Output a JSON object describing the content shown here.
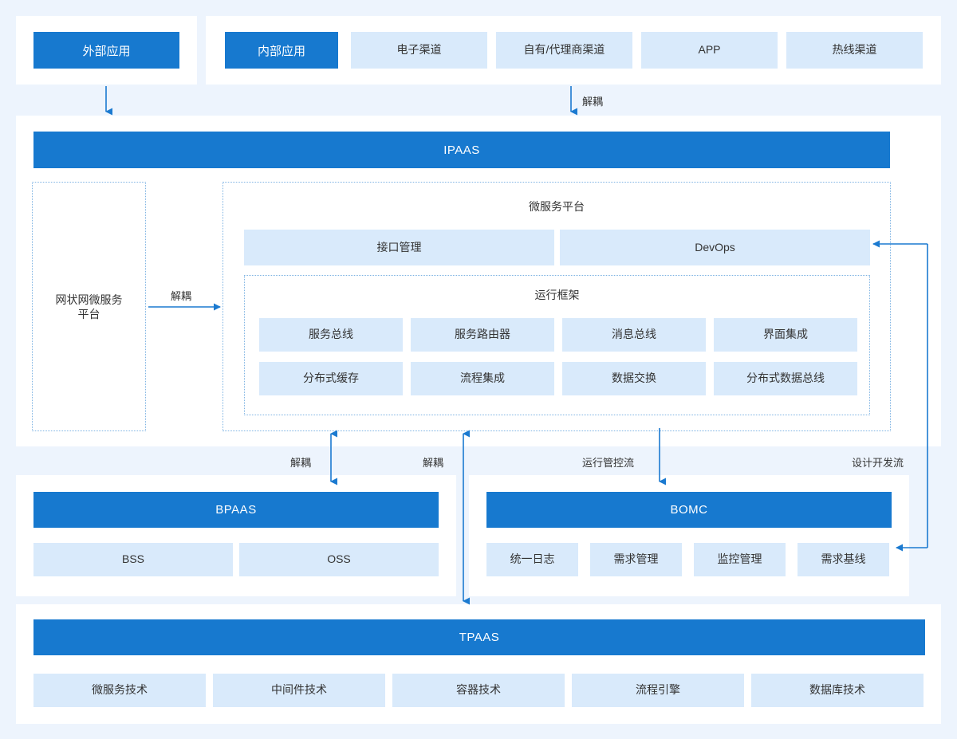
{
  "colors": {
    "page_background": "#edf4fd",
    "panel_background": "#ffffff",
    "accent_blue": "#1779cf",
    "light_blue": "#d9eafb",
    "dotted_border": "#7fb4e3",
    "arrow": "#1b7ad0"
  },
  "channels": {
    "external": {
      "label": "外部应用"
    },
    "internal": {
      "label": "内部应用"
    },
    "items": [
      {
        "label": "电子渠道"
      },
      {
        "label": "自有/代理商渠道"
      },
      {
        "label": "APP"
      },
      {
        "label": "热线渠道"
      }
    ]
  },
  "ipaas": {
    "title": "IPAAS",
    "mesh_platform": {
      "label": "网状网微服务\n平台"
    },
    "mesh_arrow_label": "解耦",
    "microservice_platform": {
      "title": "微服务平台",
      "top_modules": [
        {
          "label": "接口管理"
        },
        {
          "label": "DevOps"
        }
      ],
      "runtime_framework": {
        "title": "运行框架",
        "modules": [
          {
            "label": "服务总线"
          },
          {
            "label": "服务路由器"
          },
          {
            "label": "消息总线"
          },
          {
            "label": "界面集成"
          },
          {
            "label": "分布式缓存"
          },
          {
            "label": "流程集成"
          },
          {
            "label": "数据交换"
          },
          {
            "label": "分布式数据总线"
          }
        ]
      }
    }
  },
  "bpaas": {
    "title": "BPAAS",
    "modules": [
      {
        "label": "BSS"
      },
      {
        "label": "OSS"
      }
    ]
  },
  "bomc": {
    "title": "BOMC",
    "modules": [
      {
        "label": "统一日志"
      },
      {
        "label": "需求管理"
      },
      {
        "label": "监控管理"
      },
      {
        "label": "需求基线"
      }
    ]
  },
  "tpaas": {
    "title": "TPAAS",
    "modules": [
      {
        "label": "微服务技术"
      },
      {
        "label": "中间件技术"
      },
      {
        "label": "容器技术"
      },
      {
        "label": "流程引擎"
      },
      {
        "label": "数据库技术"
      }
    ]
  },
  "flow_labels": {
    "channel_to_ipaas": "解耦",
    "ipaas_to_bpaas": "解耦",
    "ipaas_to_tpaas": "解耦",
    "ipaas_to_bomc": "运行管控流",
    "design_dev_flow": "设计开发流"
  }
}
